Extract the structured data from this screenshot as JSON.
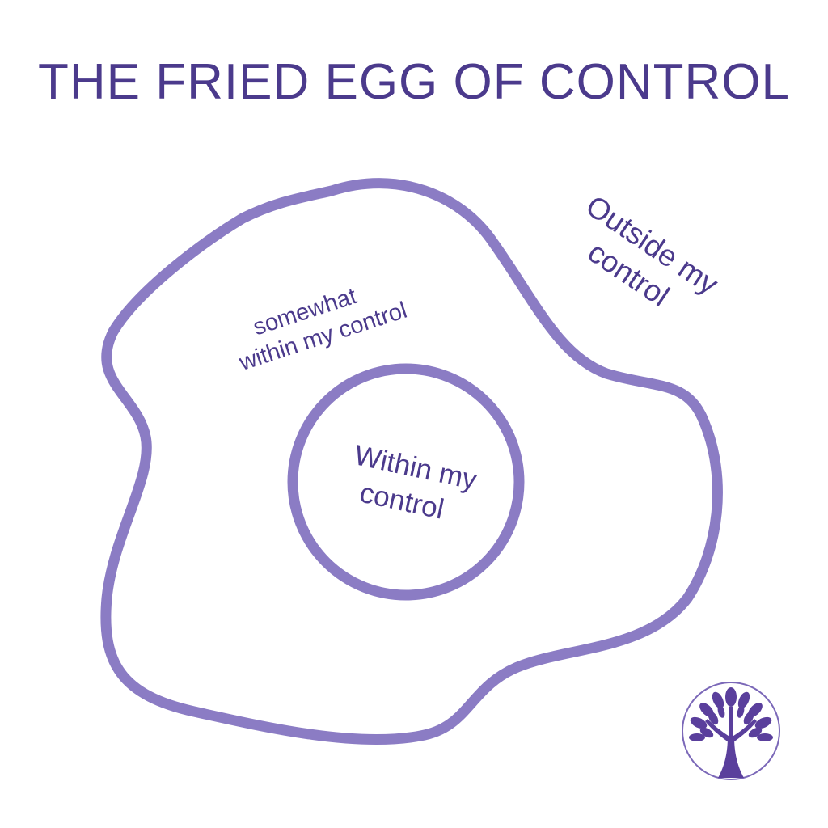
{
  "title": "THE FRIED EGG OF CONTROL",
  "labels": {
    "outer": {
      "line1": "Outside my",
      "line2": "control"
    },
    "middle": {
      "line1": "somewhat",
      "line2": "within my control"
    },
    "inner": {
      "line1": "Within my",
      "line2": "control"
    }
  },
  "colors": {
    "text": "#4b3a8c",
    "stroke": "#8b7cc4",
    "logo_tree": "#5a3f9c",
    "logo_ring": "#7b68b8",
    "background": "#ffffff"
  },
  "icons": {
    "logo": "tree-of-life-icon"
  }
}
